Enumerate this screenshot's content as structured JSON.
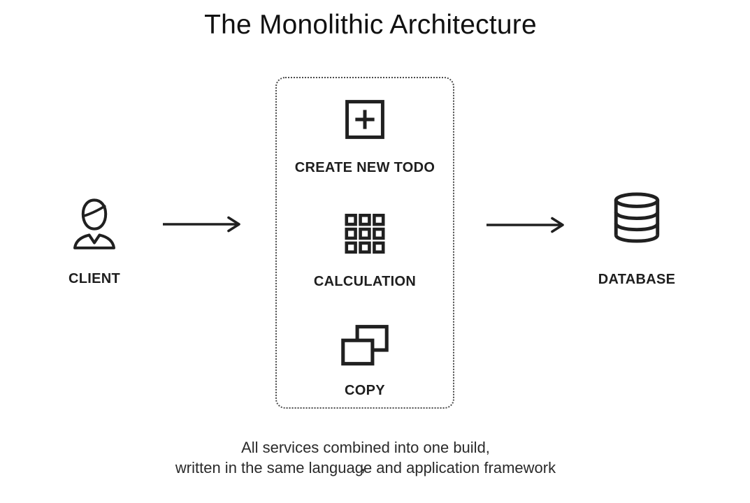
{
  "title": "The Monolithic Architecture",
  "client": {
    "icon": "person-icon",
    "label": "CLIENT"
  },
  "monolith": {
    "services": [
      {
        "icon": "plus-square-icon",
        "label": "CREATE NEW TODO"
      },
      {
        "icon": "grid-icon",
        "label": "CALCULATION"
      },
      {
        "icon": "copy-icon",
        "label": "COPY"
      }
    ]
  },
  "database": {
    "icon": "database-icon",
    "label": "DATABASE"
  },
  "caption": {
    "line1": "All services combined into one build,",
    "line2": "written in the same language and application framework",
    "stray_mark": ","
  },
  "colors": {
    "background": "#ffffff",
    "ink": "#202020",
    "label_text": "#1e1e1e",
    "border_dots": "#4a4a4a",
    "caption_text": "#2a2a2a"
  }
}
